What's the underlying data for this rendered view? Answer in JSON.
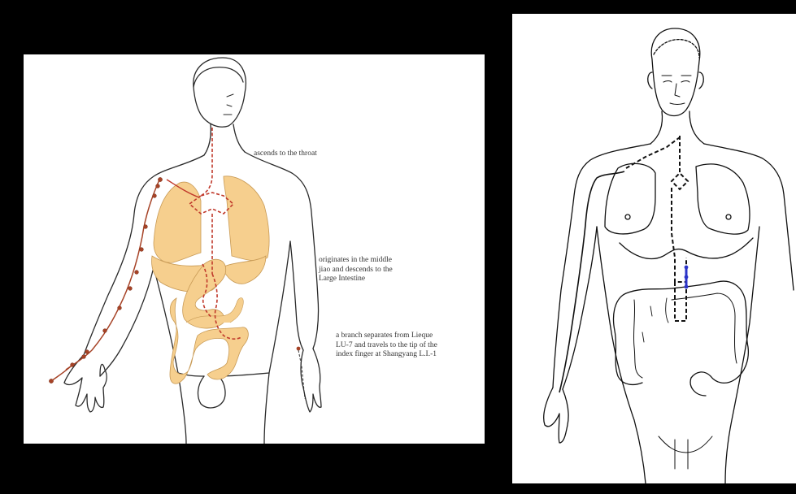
{
  "left_figure": {
    "annotations": {
      "throat": "ascends to the throat",
      "middle_jiao": "originates in the middle\njiao and descends to the\nLarge Intestine",
      "branch": "a branch separates from Lieque\nLU-7 and travels to the tip of the\nindex finger at Shangyang L.I.-1"
    },
    "colors": {
      "organs": "#f6cf8e",
      "channel": "#a64226",
      "internal_path": "#c0392b",
      "outline": "#2a2a2a"
    }
  },
  "right_figure": {
    "colors": {
      "outline": "#111111",
      "highlight": "#2b34c8"
    }
  }
}
